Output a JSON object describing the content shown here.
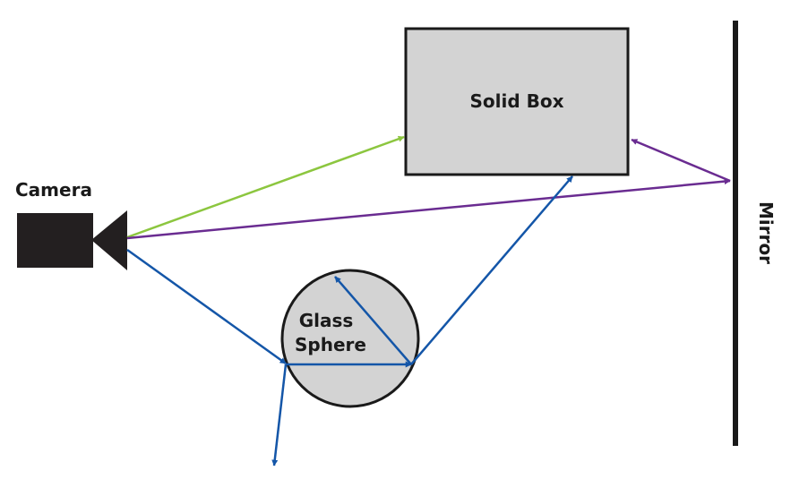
{
  "diagram": {
    "labels": {
      "camera": "Camera",
      "box": "Solid Box",
      "sphere_line1": "Glass",
      "sphere_line2": "Sphere",
      "mirror": "Mirror"
    },
    "colors": {
      "green_ray": "#8cc63f",
      "purple_ray": "#6a2c91",
      "blue_ray": "#1456a8",
      "box_fill": "#d3d3d3",
      "sphere_fill": "#d3d3d3",
      "outline": "#1a1a1a",
      "camera": "#231f20",
      "mirror": "#1a1a1a"
    }
  }
}
